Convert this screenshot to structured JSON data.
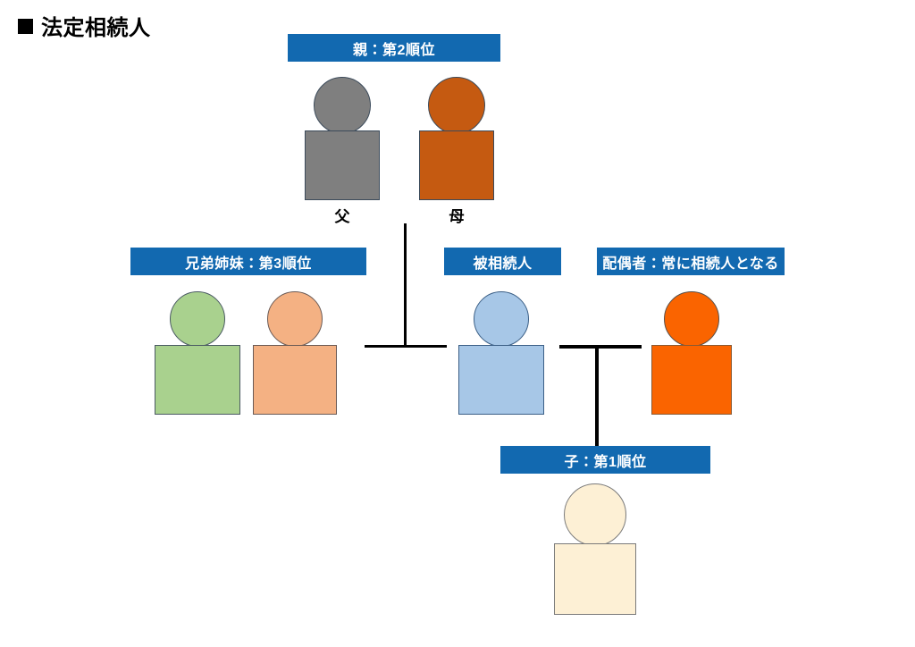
{
  "page": {
    "title": "法定相続人",
    "bullet_glyph": "square-bullet"
  },
  "colors": {
    "banner_blue": "#1269B0",
    "father": "#7F7F7F",
    "mother": "#C55A11",
    "sibling_1": "#A9D18E",
    "sibling_2": "#F4B183",
    "decedent": "#A7C7E7",
    "spouse": "#FA6400",
    "child": "#FDF0D5",
    "figure_outline": "#3B4A5A",
    "connector": "#000000"
  },
  "banners": {
    "parents": "親：第2順位",
    "siblings": "兄弟姉妹：第3順位",
    "decedent": "被相続人",
    "spouse": "配偶者：常に相続人となる",
    "child": "子：第1順位"
  },
  "figures": {
    "father": {
      "caption": "父",
      "role": "parent-father"
    },
    "mother": {
      "caption": "母",
      "role": "parent-mother"
    },
    "sibling_1": {
      "caption": "",
      "role": "sibling-1"
    },
    "sibling_2": {
      "caption": "",
      "role": "sibling-2"
    },
    "decedent": {
      "caption": "",
      "role": "decedent"
    },
    "spouse": {
      "caption": "",
      "role": "spouse"
    },
    "child": {
      "caption": "",
      "role": "child"
    }
  },
  "relations": [
    {
      "name": "parents-to-decedent-line",
      "type": "inverted-T"
    },
    {
      "name": "decedent-spouse-to-child-line",
      "type": "T"
    }
  ]
}
